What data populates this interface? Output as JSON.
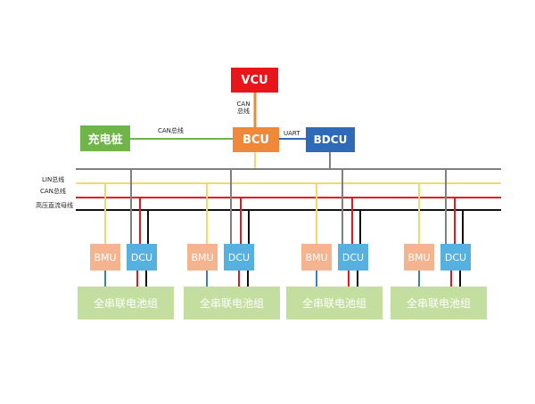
{
  "nodes": {
    "vcu": "VCU",
    "bcu": "BCU",
    "bdcu": "BDCU",
    "charger": "充电桩",
    "bmu": "BMU",
    "dcu": "DCU",
    "pack": "全串联电池组"
  },
  "links": {
    "can_top_a": "CAN",
    "can_top_b": "总线",
    "can_charger": "CAN总线",
    "uart": "UART"
  },
  "buses": {
    "lin": "LIN总线",
    "can": "CAN总线",
    "hv": "高压直流母线"
  },
  "colors": {
    "vcu": "#e8151b",
    "bcu": "#f0883a",
    "bdcu": "#2f6ab8",
    "charger": "#6fb54a",
    "bmu": "#f5b490",
    "dcu": "#56b0e0",
    "pack": "#c4dea0",
    "lin_bus": "#f5d865",
    "gray_bus": "#808080",
    "can_bus": "#e8151b",
    "hv_bus": "#111111"
  }
}
